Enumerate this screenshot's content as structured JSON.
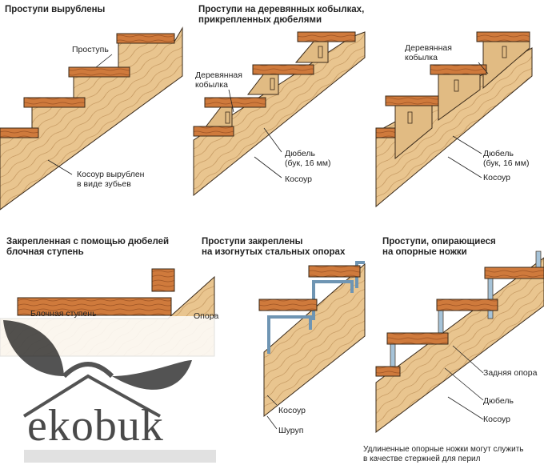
{
  "panels": [
    {
      "title": "Проступи вырублены",
      "labels": {
        "tread": "Проступь",
        "stringer": "Косоур вырублен\nв виде зубьев"
      }
    },
    {
      "title": "Проступи на деревянных кобылках,\nприкрепленных дюбелями",
      "labels": {
        "bracket": "Деревянная\nкобылка",
        "dowel": "Дюбель\n(бук, 16 мм)",
        "stringer": "Косоур"
      }
    },
    {
      "title": "",
      "labels": {
        "bracket": "Деревянная\nкобылка",
        "dowel": "Дюбель\n(бук, 16 мм)",
        "stringer": "Косоур"
      }
    },
    {
      "title": "Закрепленная с помощью дюбелей\nблочная ступень",
      "labels": {
        "block_step": "Блочная ступень"
      }
    },
    {
      "title": "Проступи закреплены\nна изогнутых стальных опорах",
      "labels": {
        "support": "Опора",
        "stringer": "Косоур",
        "screw": "Шуруп"
      }
    },
    {
      "title": "Проступи, опирающиеся\nна опорные ножки",
      "labels": {
        "rear_support": "Задняя опора",
        "dowel": "Дюбель",
        "stringer": "Косоур",
        "note": "Удлиненные опорные ножки могут служить\nв качестве стержней для перил"
      }
    }
  ],
  "watermark": {
    "text": "ekobuk"
  },
  "colors": {
    "wood": "#e9c58f",
    "tread": "#cf7a3c",
    "tread_dark": "#9c5323",
    "steel": "#a6c3d8",
    "line": "#3a2a1a"
  }
}
